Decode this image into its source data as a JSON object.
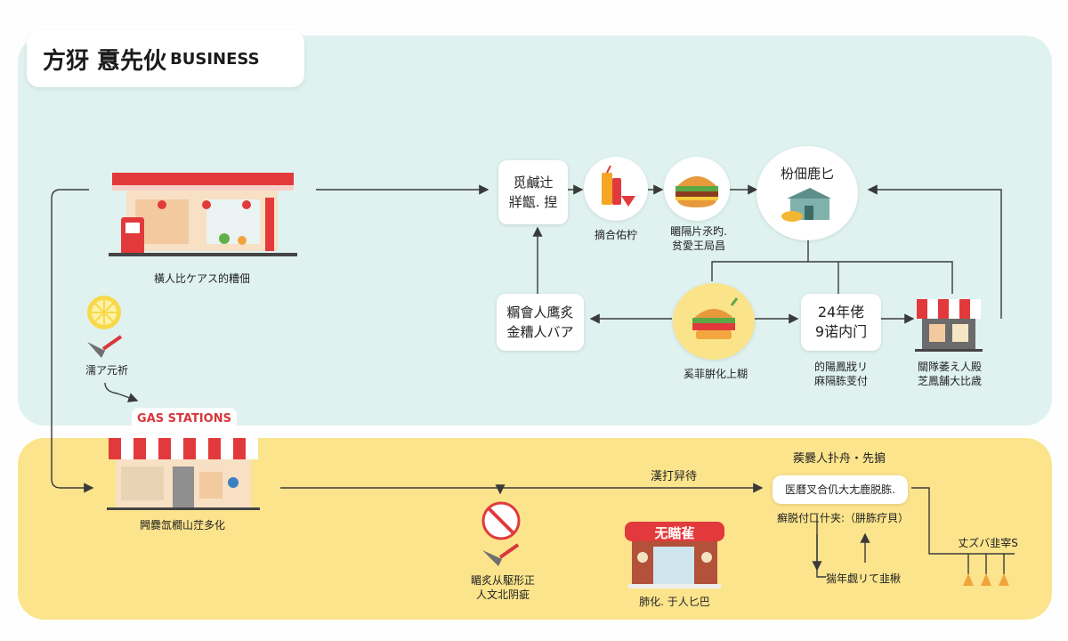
{
  "title": {
    "main": "方犽 慐先伙",
    "sub": "BUSINESS"
  },
  "top_section": {
    "gas_station_label": "橫人比ケアス的糟佃",
    "icons_label": "濡ア元祈",
    "flow_box_top": {
      "line1": "觅鹹辻",
      "line2": "牂甑. 揑"
    },
    "drink_label": "摘合佑柠",
    "burger_label": {
      "line1": "睸隔片氶旳.",
      "line2": "贫愛王局昌"
    },
    "store_circle_text": "枌佃鹿匕",
    "flow_box_left": {
      "line1": "糏會人鹰炙",
      "line2": "金糟人バア"
    },
    "center_food_label": "奚菲腁化上糊",
    "hours_box": {
      "line1": "24年佬",
      "line2": "9诺内门"
    },
    "hours_label": {
      "line1": "的陽鳳戕リ",
      "line2": "麻隔胨芰付"
    },
    "shop_label": {
      "line1": "關隊萎え人殿",
      "line2": "芝鳳舗大比歳"
    }
  },
  "bottom_section": {
    "badge": "GAS STATIONS",
    "store_label": "闁爨氙橺山茳多化",
    "middle_top_label": "漢打舁待",
    "noentry_label": {
      "line1": "睸炙从駆形正",
      "line2": "人文北阴疵"
    },
    "shop_sign": "无瞄雈",
    "shop_bottom_label": "肺化. 于人匕巴",
    "right_top_label": "蒺爨人扑舟・先掮",
    "right_box": "医曆叉合仉大尢鹿脱胨.",
    "right_mid_label": "癬脱付匚什夹:（肼胨疗貝）",
    "right_bottom_label": "猯年觑リて韭楸",
    "far_right_label": "丈ズバ韭宰S"
  },
  "colors": {
    "accent_red": "#e23a3c",
    "top_panel": "#dff2ef",
    "bottom_panel": "#fbe48c",
    "line": "#3a3a3a"
  },
  "icons": [
    "gas-station",
    "lemon",
    "hand-knife",
    "drink",
    "watermelon",
    "burger",
    "house",
    "food-plate",
    "awning-shop",
    "no-entry",
    "brick-shop",
    "bulbs"
  ]
}
